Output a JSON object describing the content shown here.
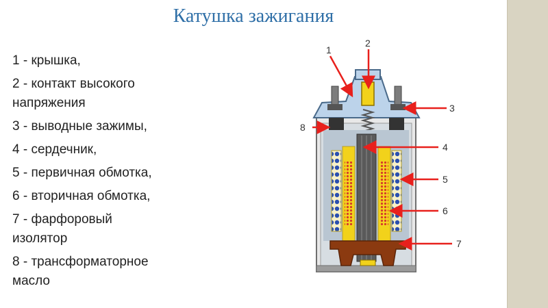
{
  "slide": {
    "title": "Катушка зажигания"
  },
  "legend": [
    {
      "text": "1 - крышка,"
    },
    {
      "text": "2 - контакт высокого\nнапряжения"
    },
    {
      "text": "3 - выводные зажимы,"
    },
    {
      "text": "4 - сердечник,"
    },
    {
      "text": "5 - первичная обмотка,"
    },
    {
      "text": "6 - вторичная обмотка,"
    },
    {
      "text": "7 - фарфоровый\nизолятор"
    },
    {
      "text": "8 - трансформаторное\nмасло"
    }
  ],
  "callouts": [
    "1",
    "2",
    "3",
    "4",
    "5",
    "6",
    "7",
    "8"
  ],
  "colors": {
    "title": "#2f6fa7",
    "arrow": "#e8201c",
    "shell": "#8c8c8c",
    "cap": "#bcd3ea",
    "oil": "#aab9c7",
    "core": "#555555",
    "primary_coil": "#2a4fb0",
    "secondary_coil": "#d63a2a",
    "insulator_yellow": "#f2d21b",
    "porcelain": "#8b3a10"
  }
}
